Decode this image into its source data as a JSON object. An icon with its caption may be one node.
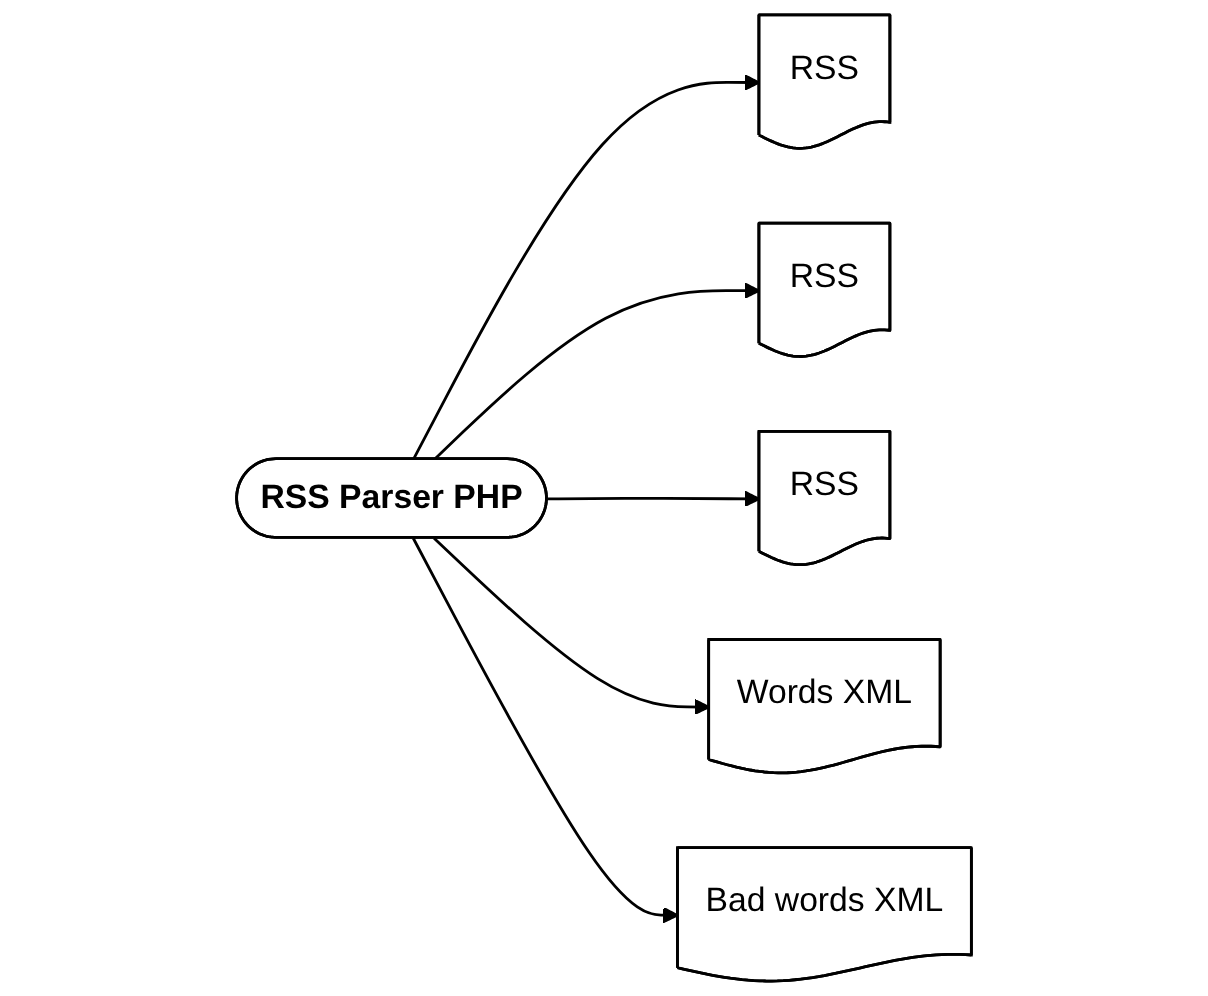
{
  "diagram": {
    "nodes": [
      {
        "text": [
          "RSS"
        ]
      },
      {
        "text": [
          "RSS"
        ]
      },
      {
        "text": [
          "RSS"
        ]
      },
      {
        "text": [
          "RSS Parser PHP"
        ]
      },
      {
        "text": [
          "Words XML"
        ]
      },
      {
        "text": [
          "Bad words XML"
        ]
      }
    ],
    "edges": [
      {
        "from": 3,
        "to": 0,
        "arrow": "to"
      },
      {
        "from": 3,
        "to": 1,
        "arrow": "to"
      },
      {
        "from": 3,
        "to": 2,
        "arrow": "to"
      },
      {
        "from": 3,
        "to": 4,
        "arrow": "to"
      },
      {
        "from": 3,
        "to": 5,
        "arrow": "to"
      }
    ]
  }
}
